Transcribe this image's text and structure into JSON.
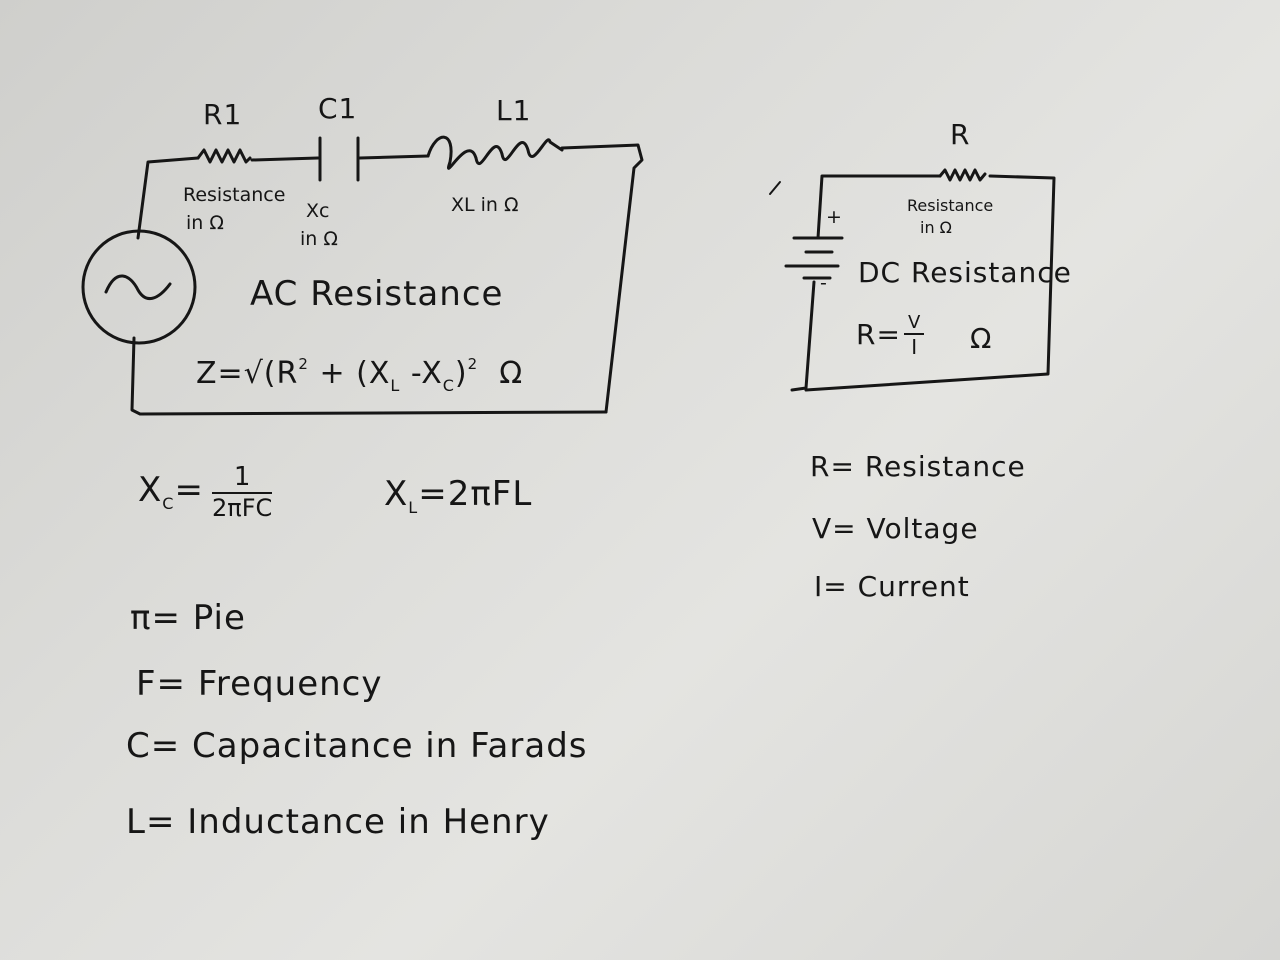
{
  "ac_circuit": {
    "resistor_label": "R1",
    "capacitor_label": "C1",
    "inductor_label": "L1",
    "resistance_note_line1": "Resistance",
    "resistance_note_line2": "in Ω",
    "xc_note_line1": "Xc",
    "xc_note_line2": "in Ω",
    "xl_note": "XL in Ω",
    "title": "AC Resistance",
    "impedance_formula": {
      "lhs": "Z=√(R",
      "mid": "+ (X",
      "xl_sub": "L",
      "minus": "-X",
      "xc_sub": "C",
      "close": ")",
      "sq": "2",
      "unit": "Ω"
    }
  },
  "ac_formulas": {
    "xc_lhs": "X",
    "xc_sub": "C",
    "xc_eq": "=",
    "xc_num": "1",
    "xc_den": "2πFC",
    "xl_lhs": "X",
    "xl_sub": "L",
    "xl_rhs": "=2πFL"
  },
  "ac_legend": [
    "π= Pie",
    "F= Frequency",
    "C= Capacitance in Farads",
    "L= Inductance in Henry"
  ],
  "dc_circuit": {
    "resistor_label": "R",
    "resistance_note_line1": "Resistance",
    "resistance_note_line2": "in Ω",
    "plus": "+",
    "minus": "-",
    "title": "DC Resistance",
    "ohm_lhs": "R=",
    "ohm_num": "V",
    "ohm_den": "I",
    "ohm_unit": "Ω"
  },
  "dc_legend": [
    "R= Resistance",
    "V= Voltage",
    "I= Current"
  ],
  "colors": {
    "ink": "#161616",
    "paper": "#dcdcd9"
  }
}
